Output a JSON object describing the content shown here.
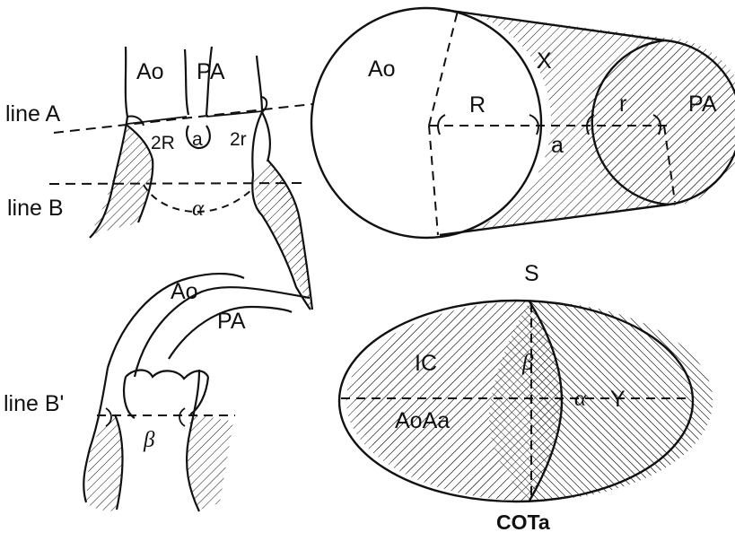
{
  "figure": {
    "top_left": {
      "ao": "Ao",
      "pa": "PA",
      "line_a": "line  A",
      "line_b": "line  B",
      "two_r_big": "2R",
      "a_small": "a",
      "two_r_small": "2r",
      "alpha": "α"
    },
    "top_right": {
      "ao": "Ao",
      "x": "X",
      "r_big": "R",
      "r_small": "r",
      "pa": "PA",
      "a": "a"
    },
    "bottom_left": {
      "ao": "Ao",
      "pa": "PA",
      "line_b_prime": "line  B'",
      "beta": "β"
    },
    "bottom_right": {
      "s": "S",
      "ic": "IC",
      "beta": "β",
      "aoaa": "AoAa",
      "alpha": "α",
      "y": "Y",
      "cota": "COTa"
    }
  },
  "colors": {
    "ink": "#111111",
    "background": "#ffffff"
  }
}
